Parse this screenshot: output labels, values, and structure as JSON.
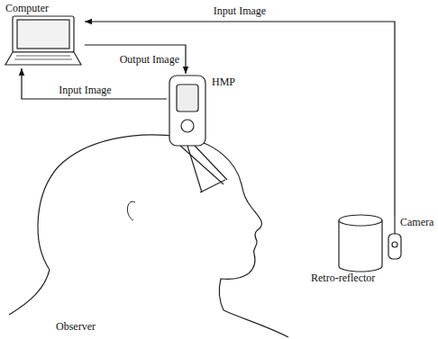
{
  "diagram": {
    "nodes": [
      {
        "text": [
          "Computer"
        ]
      },
      {
        "text": [
          "HMP"
        ]
      },
      {
        "text": [
          "Retro-reflector"
        ]
      },
      {
        "text": [
          "Camera"
        ]
      },
      {
        "text": [
          "Observer"
        ]
      }
    ],
    "edges": [
      {
        "from": 3,
        "to": 0,
        "label": "Input Image",
        "arrow": "to"
      },
      {
        "from": 0,
        "to": 1,
        "label": "Output Image",
        "arrow": "to"
      },
      {
        "from": 1,
        "to": 0,
        "label": "Input Image",
        "arrow": "to"
      }
    ]
  }
}
